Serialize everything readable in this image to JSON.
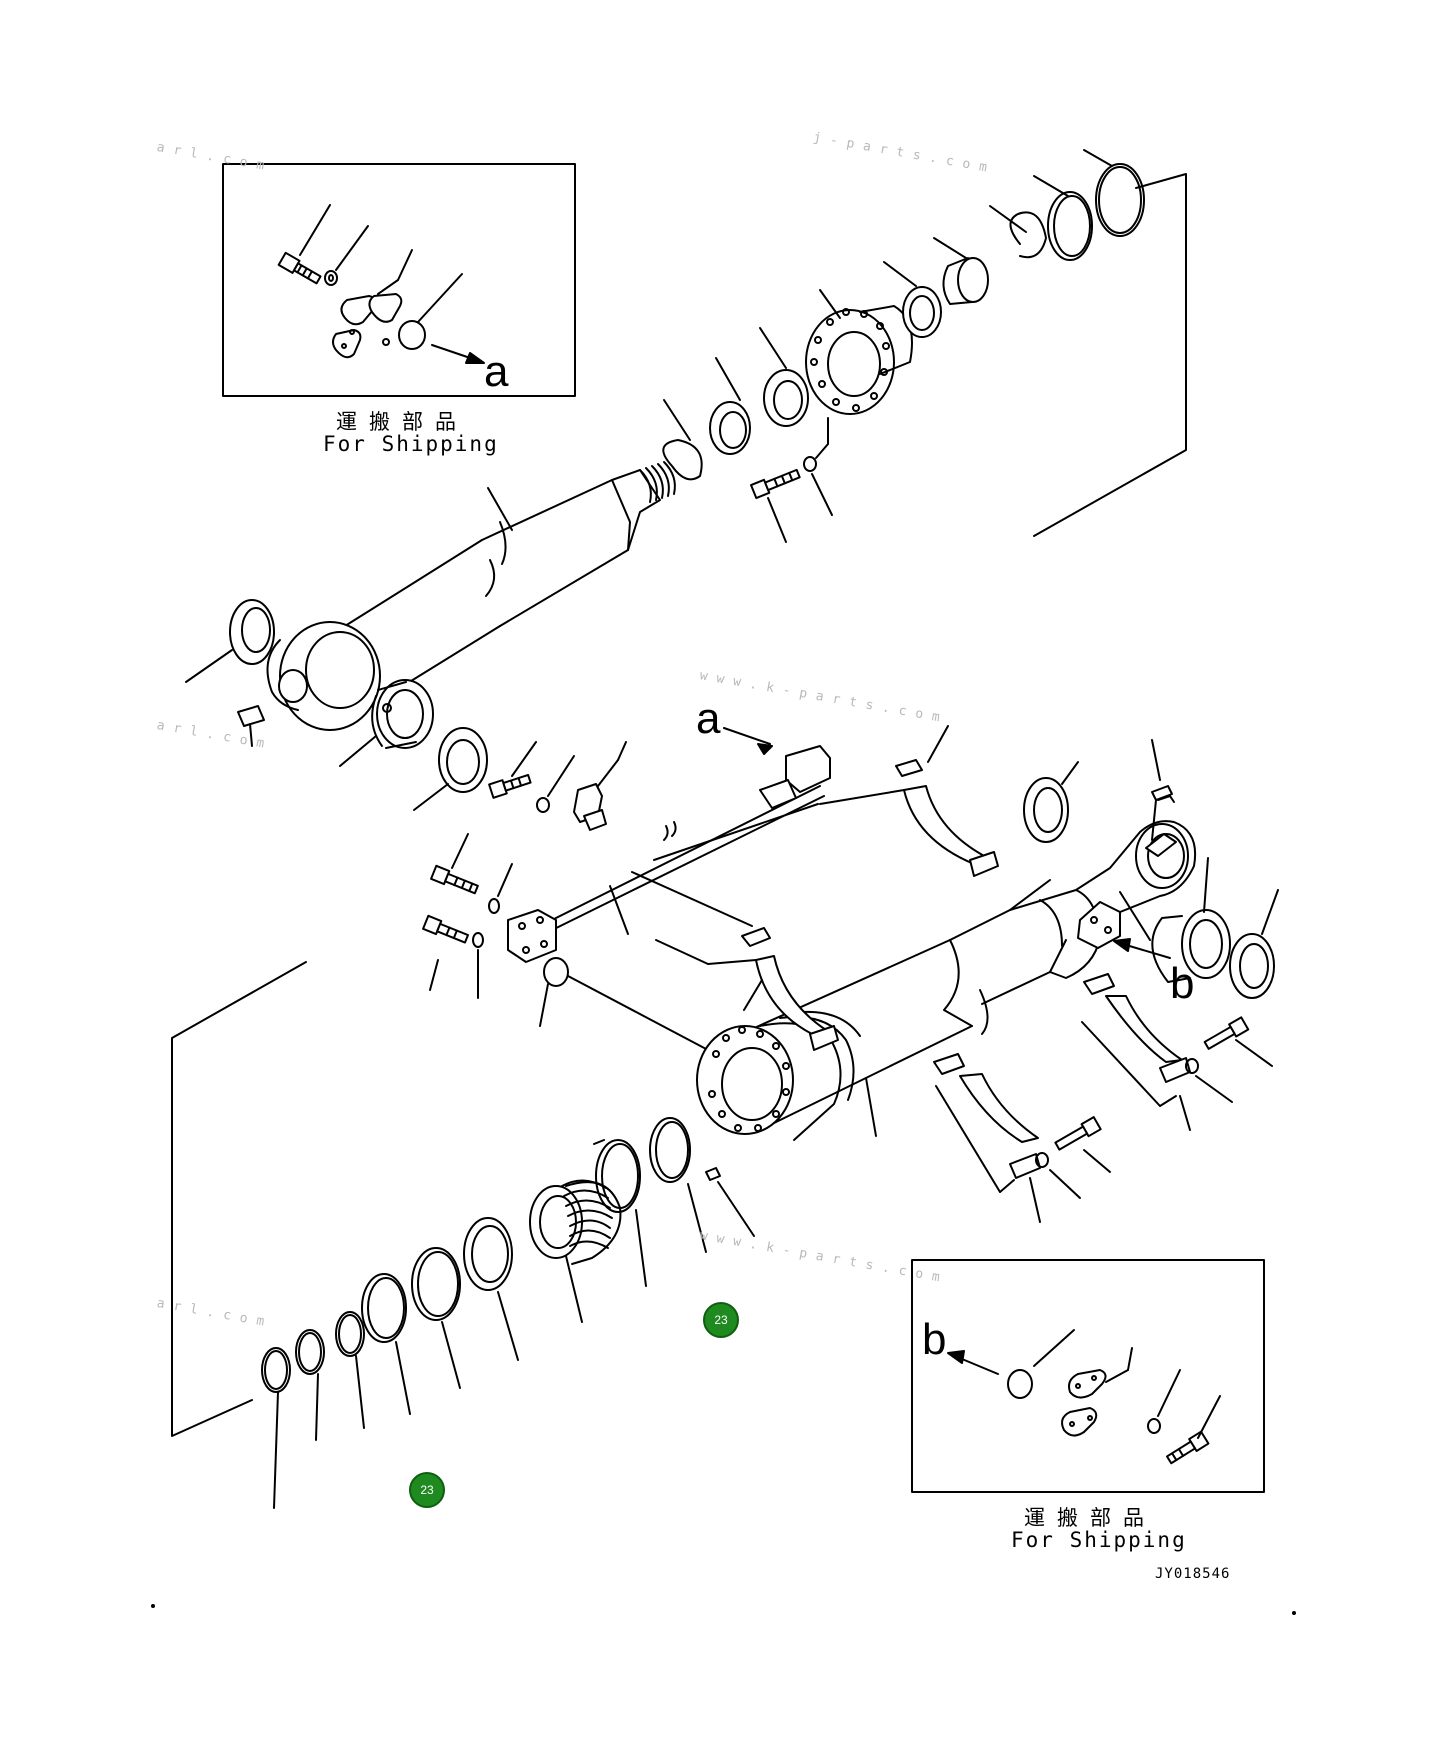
{
  "shipping_box_top": {
    "caption_jp": "運搬部品",
    "caption_en": "For Shipping",
    "callout": "a"
  },
  "shipping_box_bottom": {
    "caption_jp": "運搬部品",
    "caption_en": "For Shipping",
    "callout": "b"
  },
  "pointer_a": "a",
  "pointer_b": "b",
  "drawing_code": "JY018546",
  "badges": [
    "23",
    "23"
  ],
  "watermarks": [
    "arl.com",
    "j-parts.com",
    "arl.com",
    "www.k-parts.com",
    "www.k-parts.com",
    "arl.com"
  ],
  "colors": {
    "line": "#000000",
    "badge": "#1f8a1f",
    "watermark": "#b9b9b9"
  }
}
